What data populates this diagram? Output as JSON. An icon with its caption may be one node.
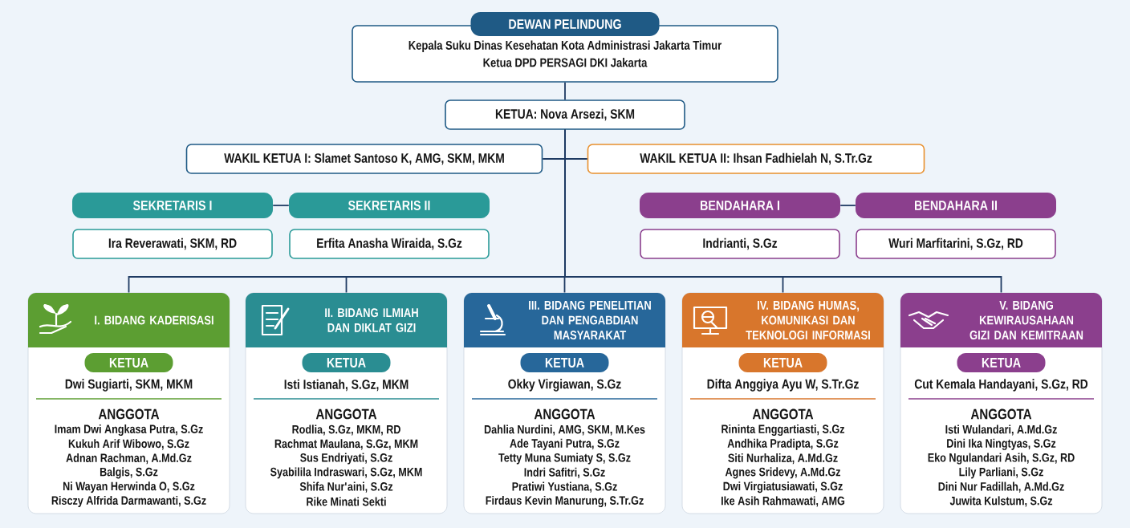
{
  "diagram": {
    "nodes": [
      {
        "text": [
          "DEWAN PELINDUNG",
          "Kepala Suku Dinas Kesehatan Kota Administrasi Jakarta Timur",
          "Ketua DPD PERSAGI DKI Jakarta"
        ]
      },
      {
        "text": [
          "KETUA: Nova Arsezi, SKM"
        ]
      },
      {
        "text": [
          "WAKIL KETUA I: Slamet Santoso K, AMG, SKM, MKM"
        ]
      },
      {
        "text": [
          "WAKIL KETUA II: Ihsan Fadhielah N, S.Tr.Gz"
        ]
      },
      {
        "text": [
          "SEKRETARIS I",
          "Ira Reverawati, SKM, RD"
        ]
      },
      {
        "text": [
          "SEKRETARIS II",
          "Erfita Anasha Wiraida, S.Gz"
        ]
      },
      {
        "text": [
          "BENDAHARA I",
          "Indrianti, S.Gz"
        ]
      },
      {
        "text": [
          "BENDAHARA II",
          "Wuri Marfitarini, S.Gz, RD"
        ]
      },
      {
        "text": [
          "I. BIDANG KADERISASI",
          "KETUA",
          "Dwi Sugiarti, SKM, MKM",
          "ANGGOTA",
          "Imam Dwi Angkasa Putra, S.Gz",
          "Kukuh Arif Wibowo, S.Gz",
          "Adnan Rachman, A.Md.Gz",
          "Balgis, S.Gz",
          "Ni Wayan Herwinda O, S.Gz",
          "Risczy Alfrida Darmawanti, S.Gz"
        ]
      },
      {
        "text": [
          "II. BIDANG ILMIAH DAN DIKLAT GIZI",
          "KETUA",
          "Isti Istianah, S.Gz, MKM",
          "ANGGOTA",
          "Rodlia, S.Gz, MKM, RD",
          "Rachmat Maulana, S.Gz, MKM",
          "Sus Endriyati, S.Gz",
          "Syabilila Indraswari, S.Gz, MKM",
          "Shifa Nur'aini, S.Gz",
          "Rike Minati Sekti"
        ]
      },
      {
        "text": [
          "III. BIDANG PENELITIAN DAN PENGABDIAN MASYARAKAT",
          "KETUA",
          "Okky Virgiawan, S.Gz",
          "ANGGOTA",
          "Dahlia Nurdini, AMG, SKM, M.Kes",
          "Ade Tayani Putra, S.Gz",
          "Tetty Muna Sumiaty S, S.Gz",
          "Indri Safitri, S.Gz",
          "Pratiwi Yustiana, S.Gz",
          "Firdaus Kevin Manurung, S.Tr.Gz"
        ]
      },
      {
        "text": [
          "IV. BIDANG HUMAS, KOMUNIKASI DAN TEKNOLOGI INFORMASI",
          "KETUA",
          "Difta Anggiya Ayu W, S.Tr.Gz",
          "ANGGOTA",
          "Rininta Enggartiasti, S.Gz",
          "Andhika Pradipta, S.Gz",
          "Siti Nurhaliza, A.Md.Gz",
          "Agnes Sridevy, A.Md.Gz",
          "Dwi Virgiatusiawati, S.Gz",
          "Ike Asih Rahmawati, AMG"
        ]
      },
      {
        "text": [
          "V. BIDANG KEWIRAUSAHAAN GIZI DAN KEMITRAAN",
          "KETUA",
          "Cut Kemala Handayani, S.Gz, RD",
          "ANGGOTA",
          "Isti Wulandari, A.Md.Gz",
          "Dini Ika Ningtyas, S.Gz",
          "Eko Ngulandari Asih, S.Gz, RD",
          "Lily Parliani, S.Gz",
          "Dini Nur Fadillah, A.Md.Gz",
          "Juwita Kulstum, S.Gz"
        ]
      }
    ],
    "edges": [
      {
        "from": 0,
        "to": 1,
        "arrow": "none"
      },
      {
        "from": 1,
        "to": 2,
        "arrow": "none"
      },
      {
        "from": 1,
        "to": 3,
        "arrow": "none"
      },
      {
        "from": 4,
        "to": 5,
        "arrow": "none"
      },
      {
        "from": 6,
        "to": 7,
        "arrow": "none"
      },
      {
        "from": 1,
        "to": 8,
        "arrow": "none"
      },
      {
        "from": 1,
        "to": 9,
        "arrow": "none"
      },
      {
        "from": 1,
        "to": 10,
        "arrow": "none"
      },
      {
        "from": 1,
        "to": 11,
        "arrow": "none"
      },
      {
        "from": 1,
        "to": 12,
        "arrow": "none"
      }
    ]
  }
}
